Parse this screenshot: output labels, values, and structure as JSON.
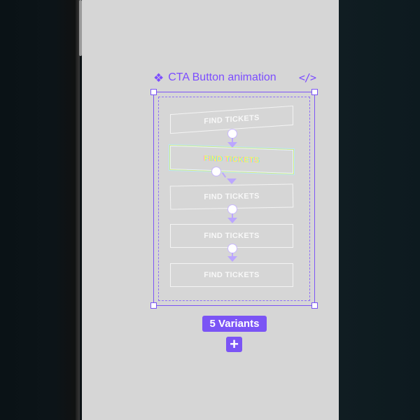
{
  "component": {
    "title": "CTA Button animation",
    "icon": "component-icon",
    "code_icon": "code-icon"
  },
  "variants": [
    {
      "label": "FIND TICKETS"
    },
    {
      "label": "FIND TICKETS"
    },
    {
      "label": "FIND TICKETS"
    },
    {
      "label": "FIND TICKETS"
    },
    {
      "label": "FIND TICKETS"
    }
  ],
  "badge": {
    "label": "5 Variants"
  },
  "add_button": {
    "icon": "plus-icon"
  },
  "colors": {
    "accent": "#7b54f5",
    "canvas": "#d6d6d6",
    "background": "#0b1114"
  }
}
